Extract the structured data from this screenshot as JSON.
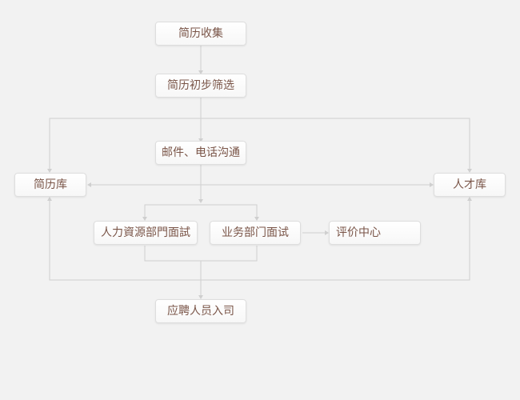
{
  "diagram": {
    "nodes": {
      "resume_collect": "简历收集",
      "resume_screen": "简历初步筛选",
      "contact": "邮件、电话沟通",
      "resume_bank": "简历库",
      "talent_bank": "人才库",
      "hr_interview": "人力資源部門面試",
      "dept_interview": "业务部门面试",
      "eval_center": "评价中心",
      "onboard": "应聘人员入司"
    },
    "colors": {
      "background": "#f2f2f2",
      "node_text": "#7a5548",
      "node_border": "#dedede",
      "connector": "#cfcfcf"
    }
  }
}
